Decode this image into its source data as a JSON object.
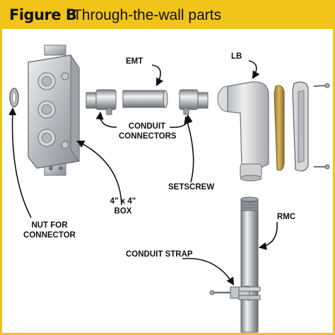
{
  "figure": {
    "label": "Figure B",
    "title": "Through-the-wall parts"
  },
  "labels": {
    "emt": "EMT",
    "lb": "LB",
    "conduit_connectors_line1": "CONDUIT",
    "conduit_connectors_line2": "CONNECTORS",
    "setscrew": "SETSCREW",
    "box_line1": "4\" x 4\"",
    "box_line2": "BOX",
    "nut_line1": "NUT FOR",
    "nut_line2": "CONNECTOR",
    "rmc": "RMC",
    "conduit_strap": "CONDUIT STRAP"
  },
  "colors": {
    "header": "#f0c419",
    "metal": "#c9ccd0",
    "metal_dark": "#8d9196",
    "gasket": "#c9a24a",
    "lb_body": "#d9dbdd"
  }
}
